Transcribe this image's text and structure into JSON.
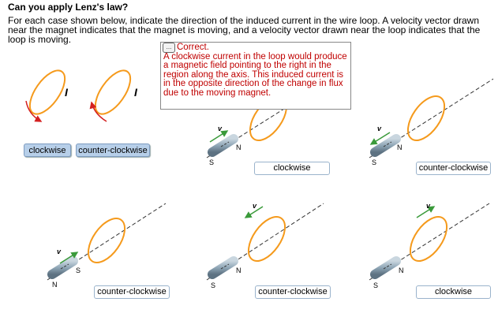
{
  "title": "Can you apply Lenz's law?",
  "instructions": "For each case shown below, indicate the direction of the induced current in the wire loop. A velocity vector drawn near the magnet indicates that the magnet is moving, and a velocity vector drawn near the loop indicates that the loop is moving.",
  "feedback": {
    "icon": "speech-bubble-icon",
    "icon_glyph": "...",
    "title": "Correct.",
    "body": "A clockwise current in the loop would produce a magnetic field pointing to the right in the region along the axis. This induced current is in the opposite direction of the change in flux due to the moving magnet."
  },
  "legend": {
    "current_label": "I"
  },
  "answer_chips": [
    "clockwise",
    "counter-clockwise"
  ],
  "cases": [
    {
      "velocity_label": "v",
      "pole_near": "N",
      "pole_far": "S",
      "answer": "clockwise"
    },
    {
      "velocity_label": "v",
      "pole_near": "N",
      "pole_far": "S",
      "answer": "counter-clockwise"
    },
    {
      "velocity_label": "v",
      "pole_near": "S",
      "pole_far": "N",
      "answer": "counter-clockwise"
    },
    {
      "velocity_label": "v",
      "pole_near": "N",
      "pole_far": "S",
      "answer": "counter-clockwise"
    },
    {
      "velocity_label": "v",
      "pole_near": "N",
      "pole_far": "S",
      "answer": "clockwise"
    }
  ],
  "colors": {
    "loop": "#f59a1c",
    "arrow_current": "#d42020",
    "velocity": "#3a9a3a",
    "magnet": "#8fa6b6",
    "feedback_text": "#c00000"
  }
}
